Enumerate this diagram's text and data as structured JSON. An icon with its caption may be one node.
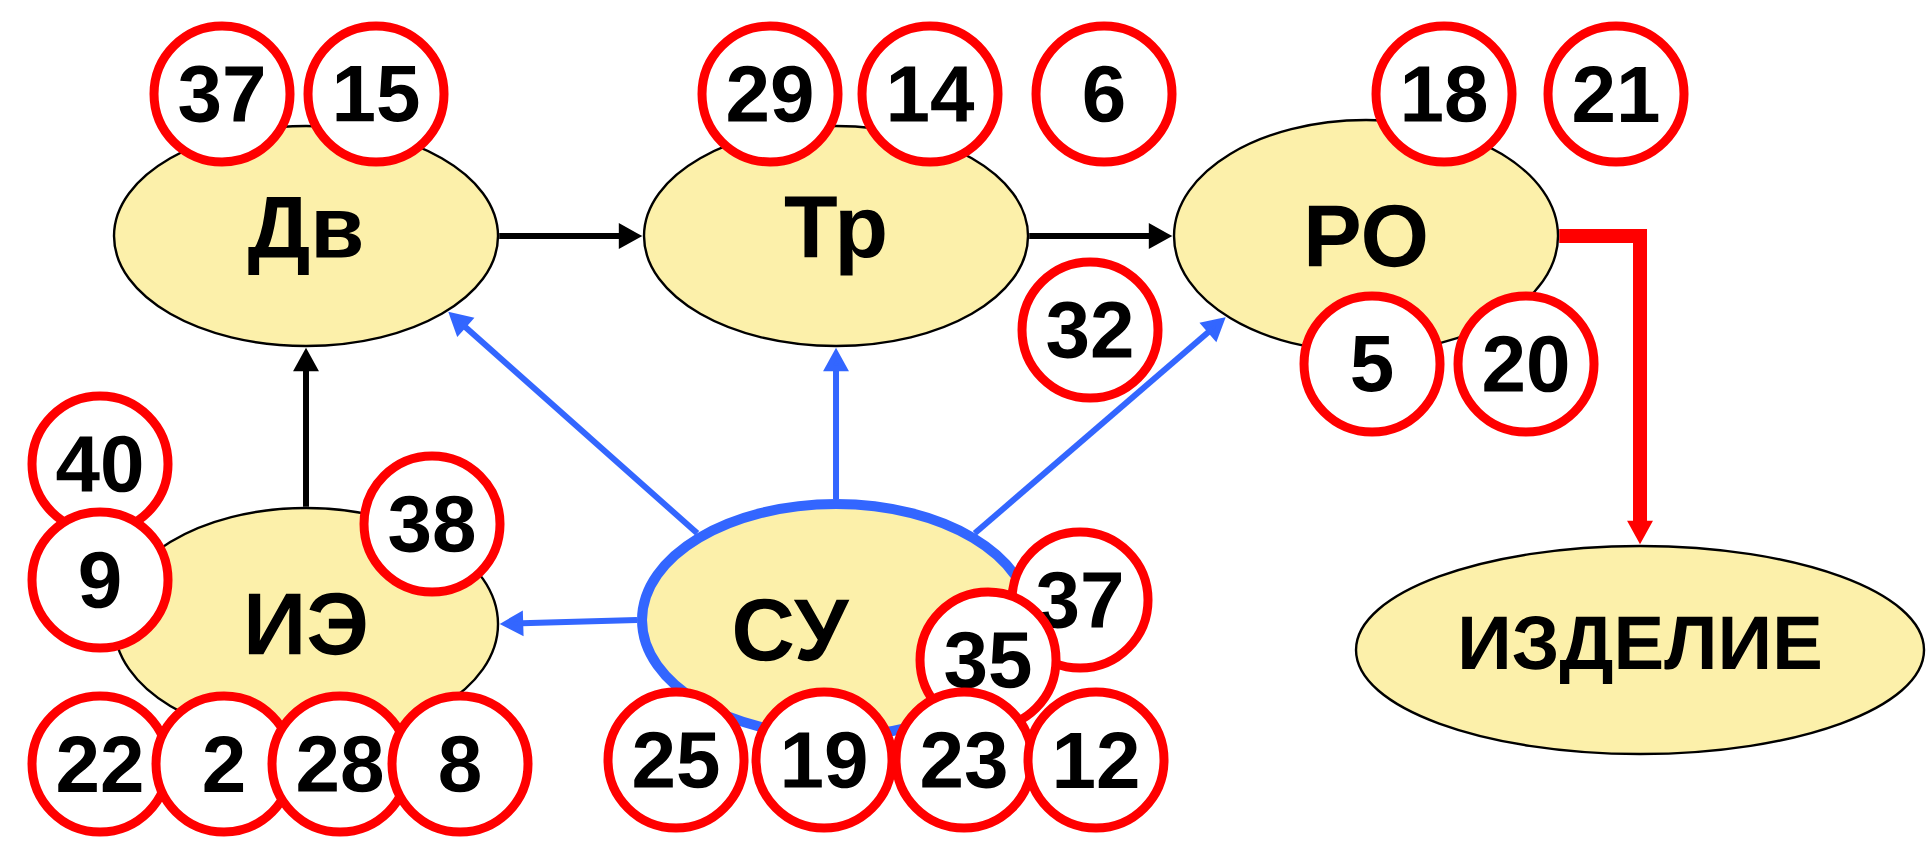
{
  "diagram": {
    "nodes": [
      {
        "text": [
          "Дв"
        ]
      },
      {
        "text": [
          "Тр"
        ]
      },
      {
        "text": [
          "РО"
        ]
      },
      {
        "text": [
          "ИЭ"
        ]
      },
      {
        "text": [
          "СУ"
        ]
      },
      {
        "text": [
          "ИЗДЕЛИЕ"
        ]
      },
      {
        "text": [
          "37"
        ]
      },
      {
        "text": [
          "15"
        ]
      },
      {
        "text": [
          "29"
        ]
      },
      {
        "text": [
          "14"
        ]
      },
      {
        "text": [
          "6"
        ]
      },
      {
        "text": [
          "18"
        ]
      },
      {
        "text": [
          "21"
        ]
      },
      {
        "text": [
          "32"
        ]
      },
      {
        "text": [
          "5"
        ]
      },
      {
        "text": [
          "20"
        ]
      },
      {
        "text": [
          "40"
        ]
      },
      {
        "text": [
          "38"
        ]
      },
      {
        "text": [
          "9"
        ]
      },
      {
        "text": [
          "37"
        ]
      },
      {
        "text": [
          "35"
        ]
      },
      {
        "text": [
          "22"
        ]
      },
      {
        "text": [
          "2"
        ]
      },
      {
        "text": [
          "28"
        ]
      },
      {
        "text": [
          "8"
        ]
      },
      {
        "text": [
          "25"
        ]
      },
      {
        "text": [
          "19"
        ]
      },
      {
        "text": [
          "23"
        ]
      },
      {
        "text": [
          "12"
        ]
      }
    ],
    "edges": [
      {
        "from": 0,
        "to": 1,
        "arrow": "to",
        "color": "#000000"
      },
      {
        "from": 1,
        "to": 2,
        "arrow": "to",
        "color": "#000000"
      },
      {
        "from": 3,
        "to": 0,
        "arrow": "to",
        "color": "#000000"
      },
      {
        "from": 4,
        "to": 0,
        "arrow": "to",
        "color": "#3366ff"
      },
      {
        "from": 4,
        "to": 1,
        "arrow": "to",
        "color": "#3366ff"
      },
      {
        "from": 4,
        "to": 2,
        "arrow": "to",
        "color": "#3366ff"
      },
      {
        "from": 4,
        "to": 3,
        "arrow": "to",
        "color": "#3366ff"
      },
      {
        "from": 2,
        "to": 5,
        "arrow": "to",
        "style": "thick",
        "color": "#ff0000"
      }
    ]
  }
}
